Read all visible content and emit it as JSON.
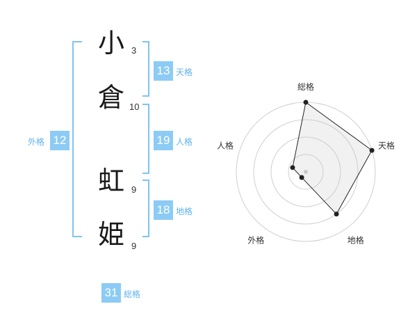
{
  "characters": [
    {
      "char": "小",
      "strokes": "3"
    },
    {
      "char": "倉",
      "strokes": "10"
    },
    {
      "char": "虹",
      "strokes": "9"
    },
    {
      "char": "姫",
      "strokes": "9"
    }
  ],
  "fortunes": {
    "tenkaku": {
      "value": "13",
      "label": "天格"
    },
    "jinkaku": {
      "value": "19",
      "label": "人格"
    },
    "chikaku": {
      "value": "18",
      "label": "地格"
    },
    "gaikaku": {
      "value": "12",
      "label": "外格"
    },
    "soukaku": {
      "value": "31",
      "label": "総格"
    }
  },
  "colors": {
    "accent": "#8ccbf5",
    "label": "#5fb3ee",
    "bracket": "#7ec4f2"
  },
  "chart_data": {
    "type": "radar",
    "axes": [
      "総格",
      "天格",
      "地格",
      "外格",
      "人格"
    ],
    "values": [
      4,
      4,
      3,
      0.4,
      0.8
    ],
    "max": 4,
    "rings": 4
  }
}
